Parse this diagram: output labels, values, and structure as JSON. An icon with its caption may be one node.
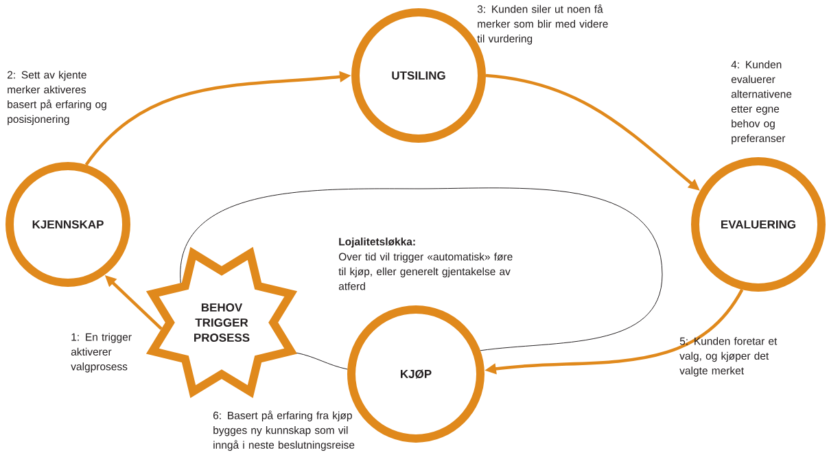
{
  "diagram": {
    "nodes": [
      {
        "text": [
          "KJENNSKAP"
        ]
      },
      {
        "text": [
          "UTSILING"
        ],
        "beside": [
          "3: Kunden siler ut noen få merker som blir med videre til vurdering"
        ]
      },
      {
        "text": [
          "EVALUERING"
        ],
        "beside": [
          "4: Kunden evaluerer alternativene etter egne behov og preferanser"
        ]
      },
      {
        "text": [
          "KJØP"
        ],
        "beside": [
          "6: Basert på erfaring fra kjøp bygges ny kunnskap som vil inngå i neste beslutningsreise"
        ]
      },
      {
        "text": [
          "BEHOV TRIGGER PROSESS"
        ]
      }
    ],
    "edges": [
      {
        "from": 4,
        "to": 0,
        "arrow": "to",
        "label": "1: En trigger aktiverer valgprosess"
      },
      {
        "from": 0,
        "to": 1,
        "arrow": "to",
        "label": "2: Sett av kjente merker aktiveres basert på erfaring og posisjonering"
      },
      {
        "from": 1,
        "to": 2,
        "arrow": "to"
      },
      {
        "from": 2,
        "to": 3,
        "arrow": "to",
        "label": "5: Kunden foretar et valg, og kjøper det valgte merket"
      },
      {
        "from": 3,
        "to": 4,
        "arrow": "none",
        "color": "#231f20"
      },
      {
        "from": 4,
        "to": 3,
        "arrow": "none",
        "color": "#231f20"
      }
    ],
    "labels": [
      "Lojalitetsløkka:",
      "Over tid vil trigger «automatisk» føre til kjøp, eller generelt gjentakelse av atferd"
    ]
  }
}
